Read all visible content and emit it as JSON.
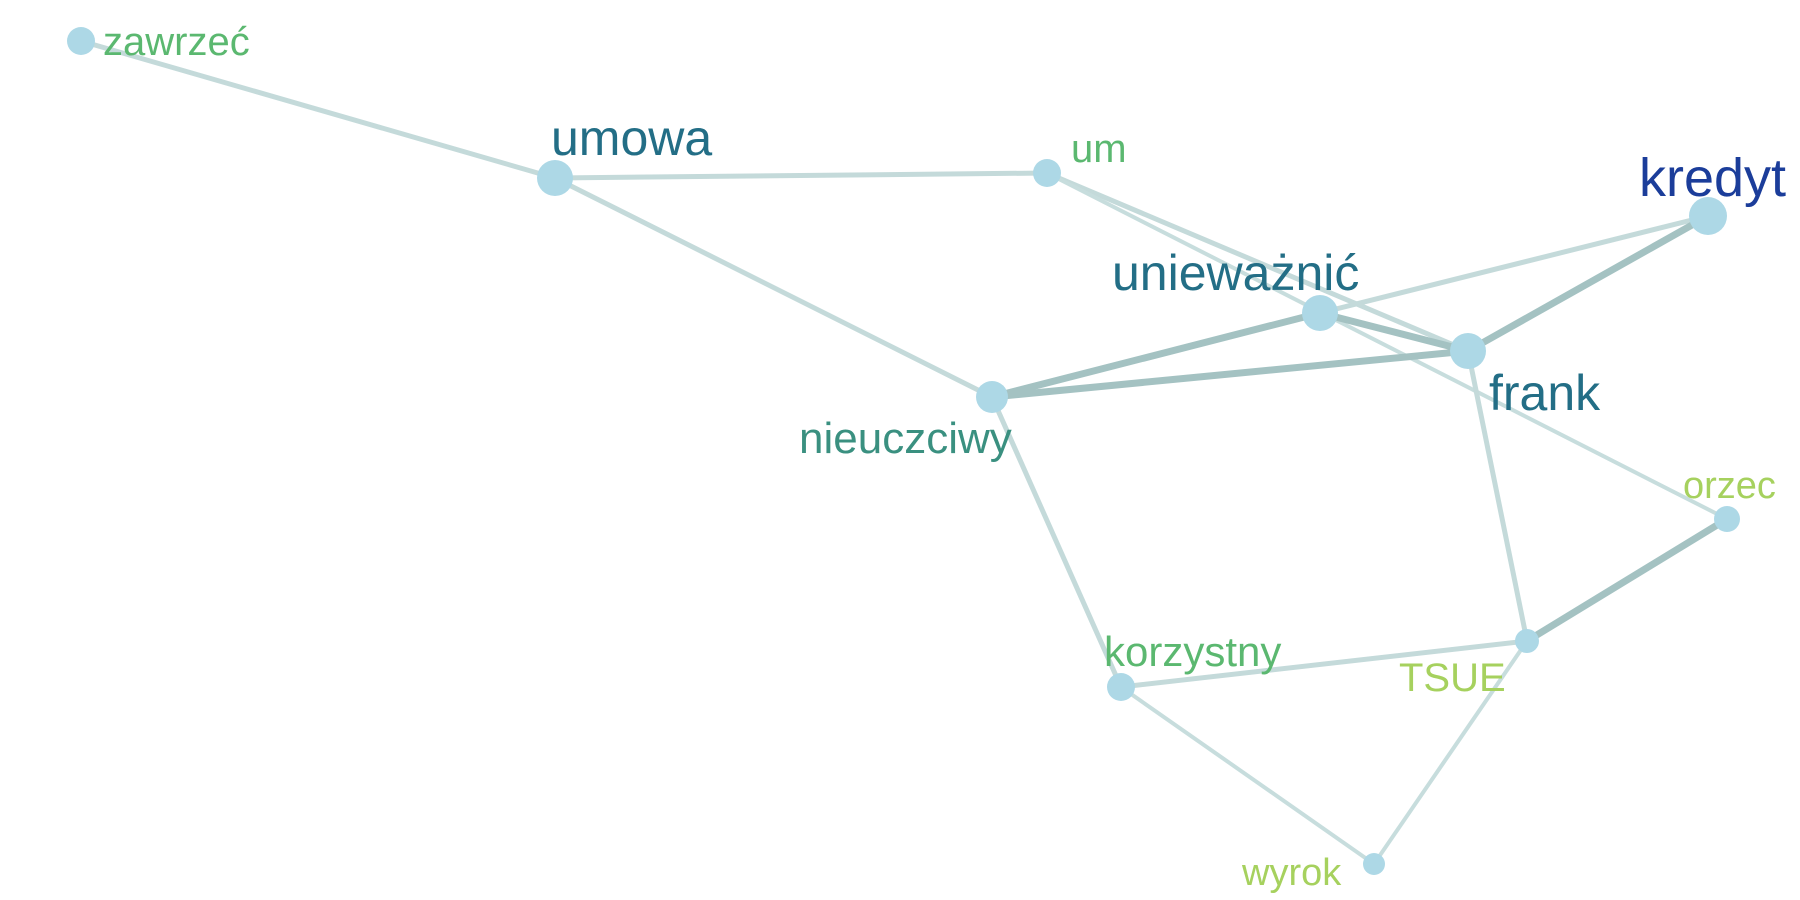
{
  "graph": {
    "node_color": "#add8e6",
    "nodes": [
      {
        "id": "zawrzec",
        "label": "zawrzeć",
        "color": "#5bb870"
      },
      {
        "id": "umowa",
        "label": "umowa",
        "color": "#236e86"
      },
      {
        "id": "um",
        "label": "um",
        "color": "#5bb870"
      },
      {
        "id": "kredyt",
        "label": "kredyt",
        "color": "#1b3d9a"
      },
      {
        "id": "uniewaznic",
        "label": "unieważnić",
        "color": "#236e86"
      },
      {
        "id": "frank",
        "label": "frank",
        "color": "#236e86"
      },
      {
        "id": "nieuczciwy",
        "label": "nieuczciwy",
        "color": "#3a9080"
      },
      {
        "id": "orzec",
        "label": "orzec",
        "color": "#a6d15e"
      },
      {
        "id": "korzystny",
        "label": "korzystny",
        "color": "#5bb870"
      },
      {
        "id": "TSUE",
        "label": "TSUE",
        "color": "#a6d15e"
      },
      {
        "id": "wyrok",
        "label": "wyrok",
        "color": "#a6d15e"
      }
    ],
    "edges": [
      {
        "source": "zawrzec",
        "target": "umowa",
        "weight": 2
      },
      {
        "source": "umowa",
        "target": "um",
        "weight": 2
      },
      {
        "source": "umowa",
        "target": "nieuczciwy",
        "weight": 2
      },
      {
        "source": "um",
        "target": "frank",
        "weight": 2
      },
      {
        "source": "um",
        "target": "orzec",
        "weight": 1
      },
      {
        "source": "uniewaznic",
        "target": "kredyt",
        "weight": 2
      },
      {
        "source": "frank",
        "target": "kredyt",
        "weight": 3
      },
      {
        "source": "uniewaznic",
        "target": "frank",
        "weight": 3
      },
      {
        "source": "nieuczciwy",
        "target": "uniewaznic",
        "weight": 3
      },
      {
        "source": "nieuczciwy",
        "target": "frank",
        "weight": 3
      },
      {
        "source": "frank",
        "target": "TSUE",
        "weight": 2
      },
      {
        "source": "TSUE",
        "target": "orzec",
        "weight": 3
      },
      {
        "source": "nieuczciwy",
        "target": "korzystny",
        "weight": 2
      },
      {
        "source": "korzystny",
        "target": "TSUE",
        "weight": 2
      },
      {
        "source": "korzystny",
        "target": "wyrok",
        "weight": 1
      },
      {
        "source": "wyrok",
        "target": "TSUE",
        "weight": 1
      }
    ]
  }
}
